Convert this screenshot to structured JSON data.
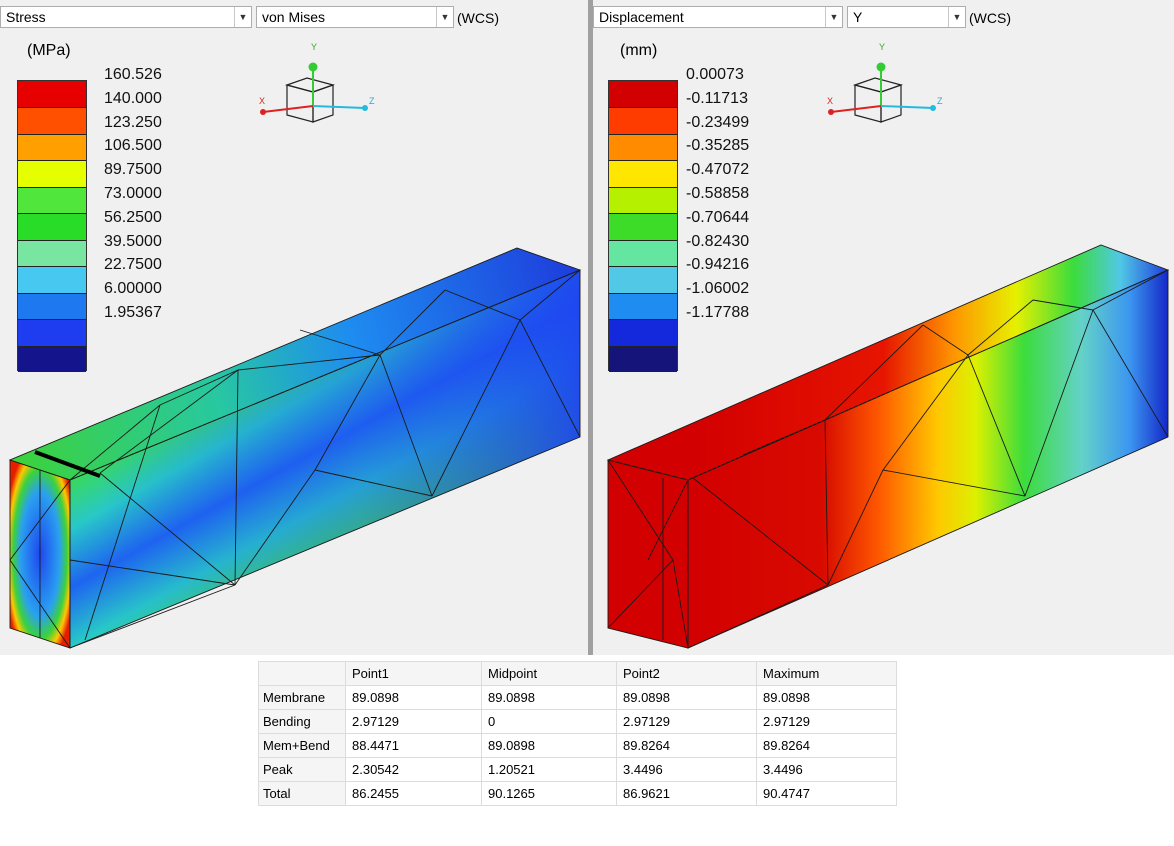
{
  "left": {
    "result_type": "Stress",
    "component": "von Mises",
    "coord_system": "(WCS)",
    "unit": "(MPa)",
    "legend_values": [
      "160.526",
      "140.000",
      "123.250",
      "106.500",
      "89.7500",
      "73.0000",
      "56.2500",
      "39.5000",
      "22.7500",
      "6.00000",
      "1.95367"
    ],
    "legend_colors": [
      "#e60000",
      "#ff5000",
      "#ffa000",
      "#e6ff00",
      "#50e63c",
      "#28dc28",
      "#78e6a0",
      "#46c8f0",
      "#1e78f0",
      "#1e3cf0",
      "#14148c"
    ],
    "triad": {
      "x": "X",
      "y": "Y",
      "z": "Z"
    }
  },
  "right": {
    "result_type": "Displacement",
    "component": "Y",
    "coord_system": "(WCS)",
    "unit": "(mm)",
    "legend_values": [
      "0.00073",
      "-0.11713",
      "-0.23499",
      "-0.35285",
      "-0.47072",
      "-0.58858",
      "-0.70644",
      "-0.82430",
      "-0.94216",
      "-1.06002",
      "-1.17788"
    ],
    "legend_colors": [
      "#d20000",
      "#ff3c00",
      "#ff8c00",
      "#ffe600",
      "#b4f000",
      "#3cdc28",
      "#64e6a0",
      "#50c8e6",
      "#1e8cf0",
      "#1428dc",
      "#14147a"
    ],
    "triad": {
      "x": "X",
      "y": "Y",
      "z": "Z"
    }
  },
  "table": {
    "columns": [
      "Point1",
      "Midpoint",
      "Point2",
      "Maximum"
    ],
    "rows": [
      {
        "label": "Membrane",
        "values": [
          "89.0898",
          "89.0898",
          "89.0898",
          "89.0898"
        ]
      },
      {
        "label": "Bending",
        "values": [
          "2.97129",
          "0",
          "2.97129",
          "2.97129"
        ]
      },
      {
        "label": "Mem+Bend",
        "values": [
          "88.4471",
          "89.0898",
          "89.8264",
          "89.8264"
        ]
      },
      {
        "label": "Peak",
        "values": [
          "2.30542",
          "1.20521",
          "3.4496",
          "3.4496"
        ]
      },
      {
        "label": "Total",
        "values": [
          "86.2455",
          "90.1265",
          "86.9621",
          "90.4747"
        ]
      }
    ]
  }
}
